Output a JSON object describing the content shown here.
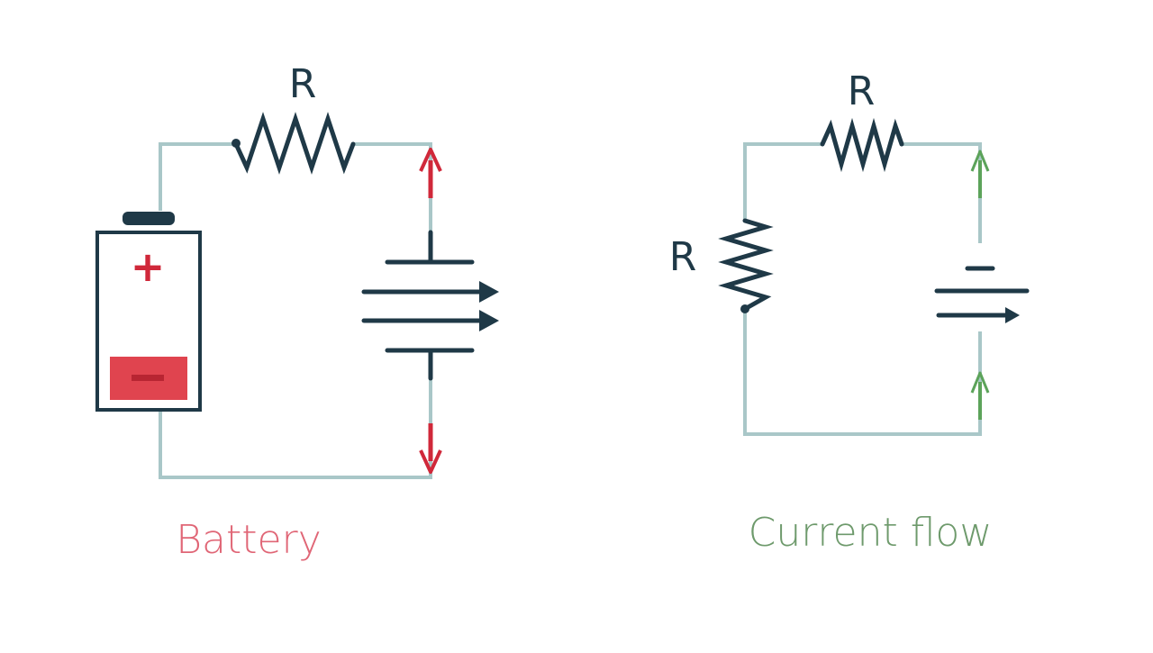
{
  "colors": {
    "wire": "#a9c7c8",
    "component": "#1f3947",
    "battery_red": "#d0283a",
    "battery_label": "#e06676",
    "current_green": "#5ca35a",
    "current_label": "#6e9a6c"
  },
  "left_diagram": {
    "resistor_label": "R",
    "positive_symbol": "+",
    "caption": "Battery"
  },
  "right_diagram": {
    "top_resistor_label": "R",
    "left_resistor_label": "R",
    "caption": "Current flow"
  }
}
